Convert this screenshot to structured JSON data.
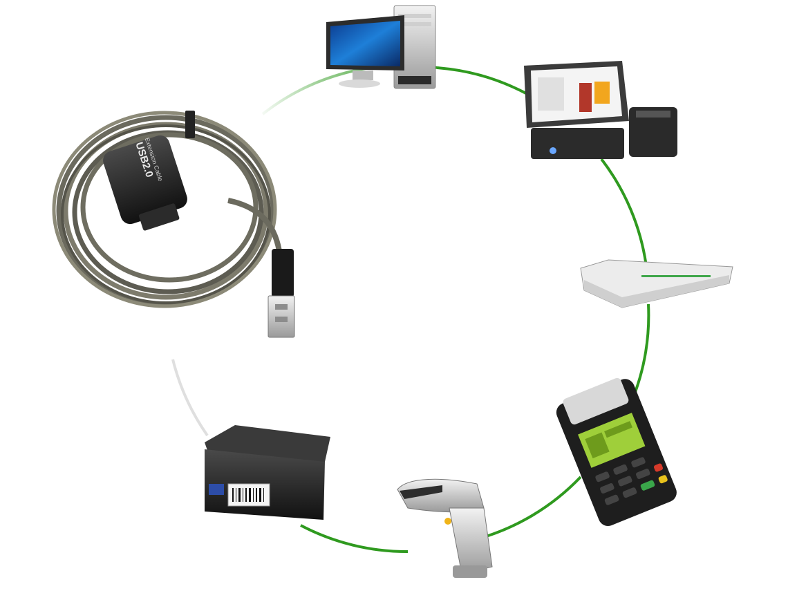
{
  "cable": {
    "housing_text_line1": "USB2.0",
    "housing_text_line2": "Extension Cable"
  },
  "colors": {
    "ring_green": "#2f9a1f",
    "background": "#ffffff"
  },
  "devices": [
    {
      "id": "desktop-computer",
      "icon": "desktop-computer-icon"
    },
    {
      "id": "pos-terminal",
      "icon": "pos-terminal-icon"
    },
    {
      "id": "network-switch",
      "icon": "network-switch-icon"
    },
    {
      "id": "card-payment-terminal",
      "icon": "card-payment-terminal-icon"
    },
    {
      "id": "barcode-scanner",
      "icon": "barcode-scanner-icon"
    },
    {
      "id": "label-printer",
      "icon": "label-printer-icon"
    }
  ]
}
